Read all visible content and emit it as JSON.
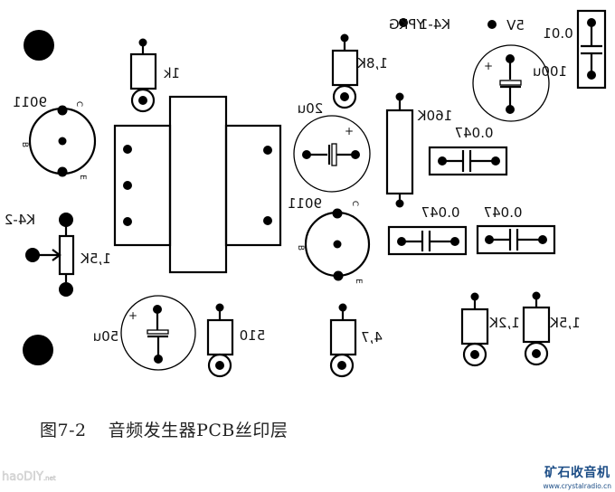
{
  "figure": {
    "caption_number": "图7-2",
    "caption_title": "音频发生器PCB丝印层",
    "mirrored_text": true
  },
  "labels": {
    "ypkg": "YPKG",
    "k4_1": "K4-1",
    "v5": "5V",
    "k4_2": "K4-2"
  },
  "components": {
    "r_1k": "1k",
    "r_1k8": "1,8K",
    "r_160k": "160K",
    "r_pot_1k5": "1,5K",
    "r_510": "510",
    "r_4_7": "4,7",
    "r_1k2": "1,2K",
    "r_1k5": "1,5K",
    "c_0_01": "0.01",
    "c_100u": "100u",
    "c_20u": "20u",
    "c_50u": "50u",
    "c_0_047_a": "0.047",
    "c_0_047_b": "0.047",
    "c_0_047_c": "0.047",
    "q1": "9011",
    "q2": "9011",
    "pin_c": "C",
    "pin_b": "B",
    "pin_e": "E",
    "polarity": "+"
  },
  "watermarks": {
    "left": "haoDIY",
    "left_suffix": ".net",
    "right_title": "矿石收音机",
    "right_url": "www.crystalradio.cn"
  }
}
